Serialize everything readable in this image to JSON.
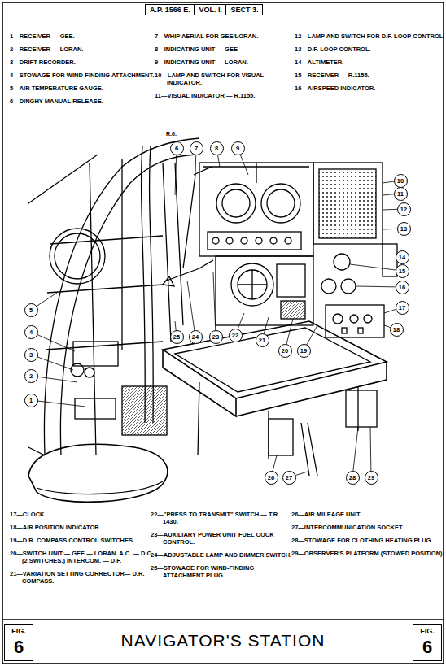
{
  "diagram": {
    "title": "NAVIGATOR'S STATION",
    "nodes": [
      {
        "text": [
          "A.P. 1566 E."
        ]
      },
      {
        "text": [
          "VOL. I."
        ]
      },
      {
        "text": [
          "SECT 3."
        ]
      },
      {
        "text": [
          "1"
        ]
      },
      {
        "text": [
          "2"
        ]
      },
      {
        "text": [
          "3"
        ]
      },
      {
        "text": [
          "4"
        ]
      },
      {
        "text": [
          "5"
        ]
      },
      {
        "text": [
          "6"
        ]
      },
      {
        "text": [
          "7"
        ]
      },
      {
        "text": [
          "8"
        ]
      },
      {
        "text": [
          "9"
        ]
      },
      {
        "text": [
          "10"
        ]
      },
      {
        "text": [
          "11"
        ]
      },
      {
        "text": [
          "12"
        ]
      },
      {
        "text": [
          "13"
        ]
      },
      {
        "text": [
          "14"
        ]
      },
      {
        "text": [
          "15"
        ]
      },
      {
        "text": [
          "16"
        ]
      },
      {
        "text": [
          "17"
        ]
      },
      {
        "text": [
          "18"
        ]
      },
      {
        "text": [
          "19"
        ]
      },
      {
        "text": [
          "20"
        ]
      },
      {
        "text": [
          "21"
        ]
      },
      {
        "text": [
          "22"
        ]
      },
      {
        "text": [
          "23"
        ]
      },
      {
        "text": [
          "24"
        ]
      },
      {
        "text": [
          "25"
        ]
      },
      {
        "text": [
          "26"
        ]
      },
      {
        "text": [
          "27"
        ]
      },
      {
        "text": [
          "28"
        ]
      },
      {
        "text": [
          "29"
        ]
      },
      {
        "text": [
          "FIG.",
          "6"
        ]
      },
      {
        "text": [
          "FIG.",
          "6"
        ]
      }
    ],
    "labels": [
      "1—RECEIVER — GEE.",
      "2—RECEIVER — LORAN.",
      "3—DRIFT RECORDER.",
      "4—STOWAGE FOR WIND-FINDING ATTACHMENT.",
      "5—AIR TEMPERATURE GAUGE.",
      "6—DINGHY MANUAL RELEASE.",
      "7—WHIP AERIAL FOR GEE/LORAN.",
      "8—INDICATING UNIT — GEE",
      "9—INDICATING UNIT — LORAN.",
      "10—LAMP AND SWITCH FOR VISUAL INDICATOR.",
      "11—VISUAL INDICATOR — R.1155.",
      "12—LAMP AND SWITCH FOR D.F. LOOP CONTROL.",
      "13—D.F. LOOP CONTROL.",
      "14—ALTIMETER.",
      "15—RECEIVER — R.1155.",
      "16—AIRSPEED INDICATOR.",
      "R.6.",
      "17—CLOCK.",
      "18—AIR POSITION INDICATOR.",
      "19—D.R. COMPASS CONTROL SWITCHES.",
      "20—SWITCH UNIT:— GEE — LORAN. A.C. — D.C. (2 SWITCHES.) INTERCOM. — D.F.",
      "21—VARIATION SETTING CORRECTOR— D.R. COMPASS.",
      "22—\"PRESS TO TRANSMIT\" SWITCH — T.R. 1430.",
      "23—AUXILIARY POWER UNIT FUEL COCK CONTROL.",
      "24—ADJUSTABLE LAMP AND DIMMER SWITCH.",
      "25—STOWAGE FOR WIND-FINDING ATTACHMENT PLUG.",
      "26—AIR MILEAGE UNIT.",
      "27—INTERCOMMUNICATION SOCKET.",
      "28—STOWAGE FOR CLOTHING HEATING PLUG.",
      "29—OBSERVER'S PLATFORM (STOWED POSITION)."
    ]
  }
}
